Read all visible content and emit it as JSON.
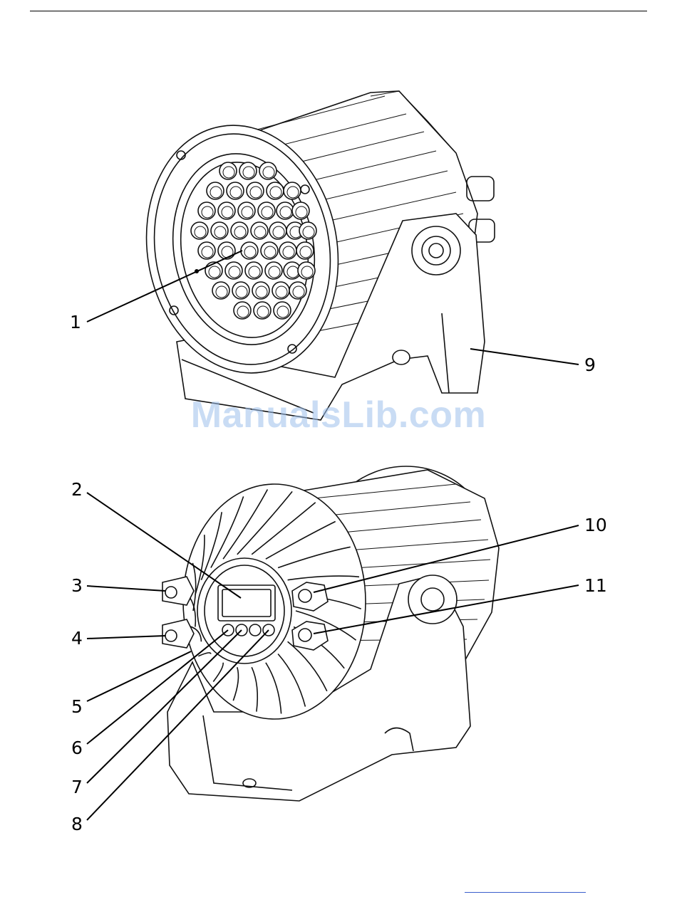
{
  "watermark": "ManualsLib.com",
  "callouts": [
    {
      "id": "1",
      "label": "1"
    },
    {
      "id": "2",
      "label": "2"
    },
    {
      "id": "3",
      "label": "3"
    },
    {
      "id": "4",
      "label": "4"
    },
    {
      "id": "5",
      "label": "5"
    },
    {
      "id": "6",
      "label": "6"
    },
    {
      "id": "7",
      "label": "7"
    },
    {
      "id": "8",
      "label": "8"
    },
    {
      "id": "9",
      "label": "9"
    },
    {
      "id": "10",
      "label": "10"
    },
    {
      "id": "11",
      "label": "11"
    }
  ]
}
